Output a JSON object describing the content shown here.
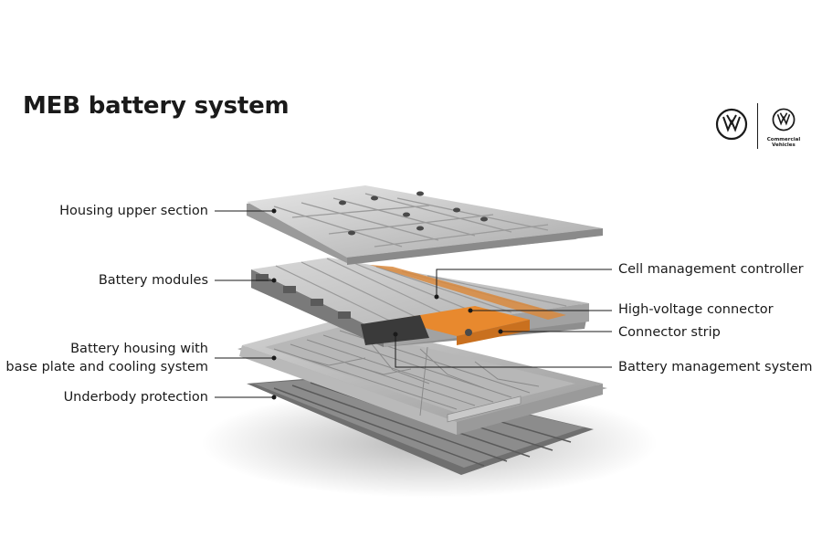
{
  "title": "MEB battery system",
  "logos": {
    "vw_icon": "vw-logo-icon",
    "vw_commercial_icon": "vw-commercial-logo-icon",
    "commercial_caption": "Commercial\nVehicles"
  },
  "labels": {
    "housing_upper_section": "Housing upper section",
    "battery_modules": "Battery modules",
    "battery_housing_line1": "Battery housing with",
    "battery_housing_line2": "base plate and cooling system",
    "underbody_protection": "Underbody protection",
    "cell_management_controller": "Cell management controller",
    "high_voltage_connector": "High-voltage connector",
    "connector_strip": "Connector strip",
    "battery_management_system": "Battery management system"
  },
  "colors": {
    "text": "#1a1a1a",
    "metal_light": "#d9d9d9",
    "metal_mid": "#b8b8b8",
    "metal_dark": "#8a8a8a",
    "accent_orange": "#e8892e"
  }
}
